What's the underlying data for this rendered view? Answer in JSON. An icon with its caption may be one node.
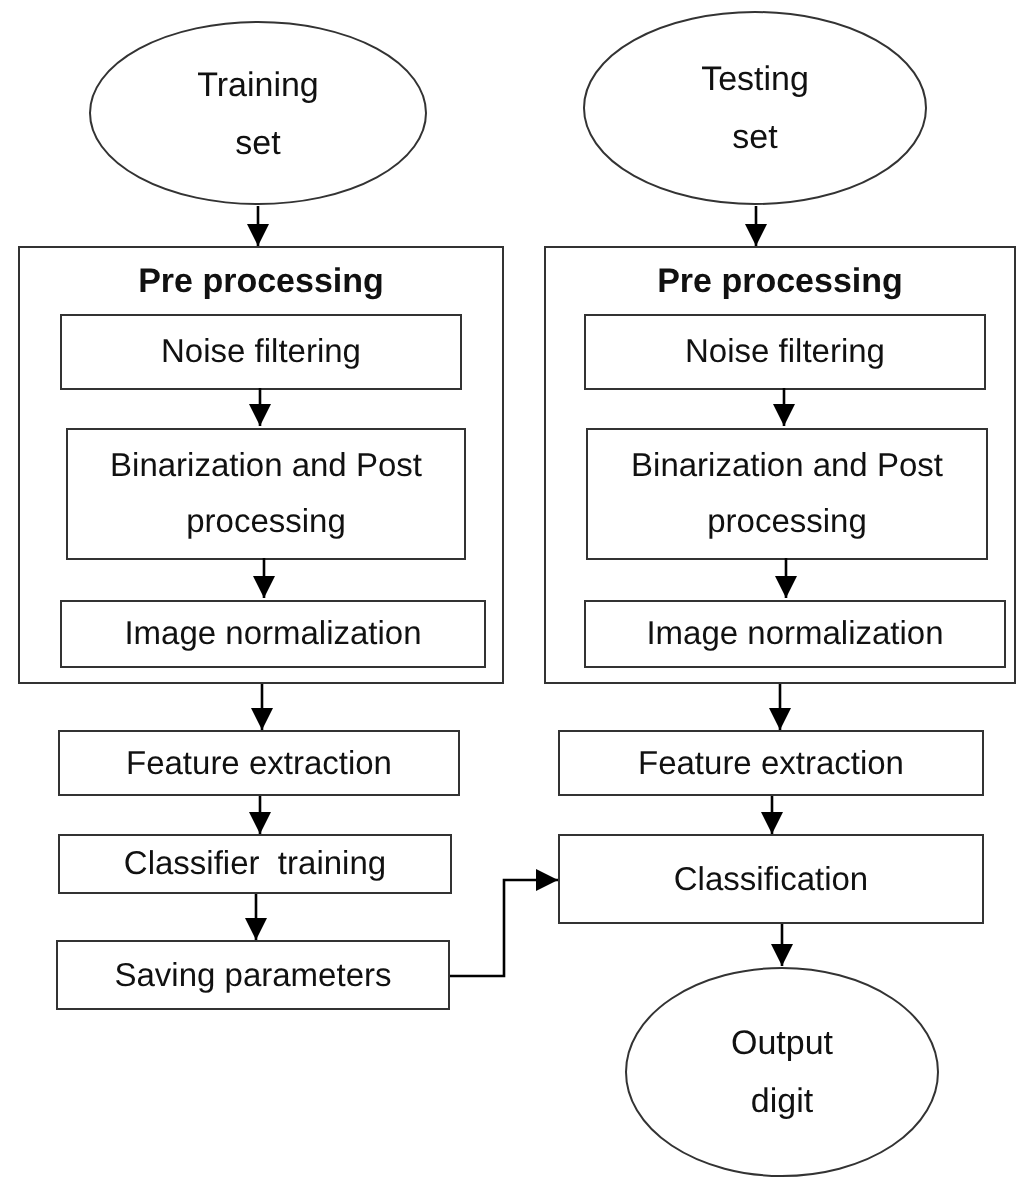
{
  "diagram": {
    "nodes": [
      {
        "text": [
          "Training set"
        ]
      },
      {
        "text": [
          "Pre processing"
        ]
      },
      {
        "text": [
          "Noise filtering"
        ],
        "in": 1
      },
      {
        "text": [
          "Binarization and Post processing"
        ],
        "in": 1
      },
      {
        "text": [
          "Image normalization"
        ],
        "in": 1
      },
      {
        "text": [
          "Feature extraction"
        ]
      },
      {
        "text": [
          "Classifier  training"
        ]
      },
      {
        "text": [
          "Saving parameters"
        ]
      },
      {
        "text": [
          "Testing set"
        ]
      },
      {
        "text": [
          "Pre processing"
        ]
      },
      {
        "text": [
          "Noise filtering"
        ],
        "in": 9
      },
      {
        "text": [
          "Binarization and Post processing"
        ],
        "in": 9
      },
      {
        "text": [
          "Image normalization"
        ],
        "in": 9
      },
      {
        "text": [
          "Feature extraction"
        ]
      },
      {
        "text": [
          "Classification"
        ]
      },
      {
        "text": [
          "Output digit"
        ]
      }
    ],
    "edges": [
      {
        "from": 0,
        "to": 1,
        "arrow": "to"
      },
      {
        "from": 2,
        "to": 3,
        "arrow": "to"
      },
      {
        "from": 3,
        "to": 4,
        "arrow": "to"
      },
      {
        "from": 1,
        "to": 5,
        "arrow": "to"
      },
      {
        "from": 5,
        "to": 6,
        "arrow": "to"
      },
      {
        "from": 6,
        "to": 7,
        "arrow": "to"
      },
      {
        "from": 7,
        "to": 14,
        "arrow": "to"
      },
      {
        "from": 8,
        "to": 9,
        "arrow": "to"
      },
      {
        "from": 10,
        "to": 11,
        "arrow": "to"
      },
      {
        "from": 11,
        "to": 12,
        "arrow": "to"
      },
      {
        "from": 9,
        "to": 13,
        "arrow": "to"
      },
      {
        "from": 13,
        "to": 14,
        "arrow": "to"
      },
      {
        "from": 14,
        "to": 15,
        "arrow": "to"
      }
    ]
  }
}
